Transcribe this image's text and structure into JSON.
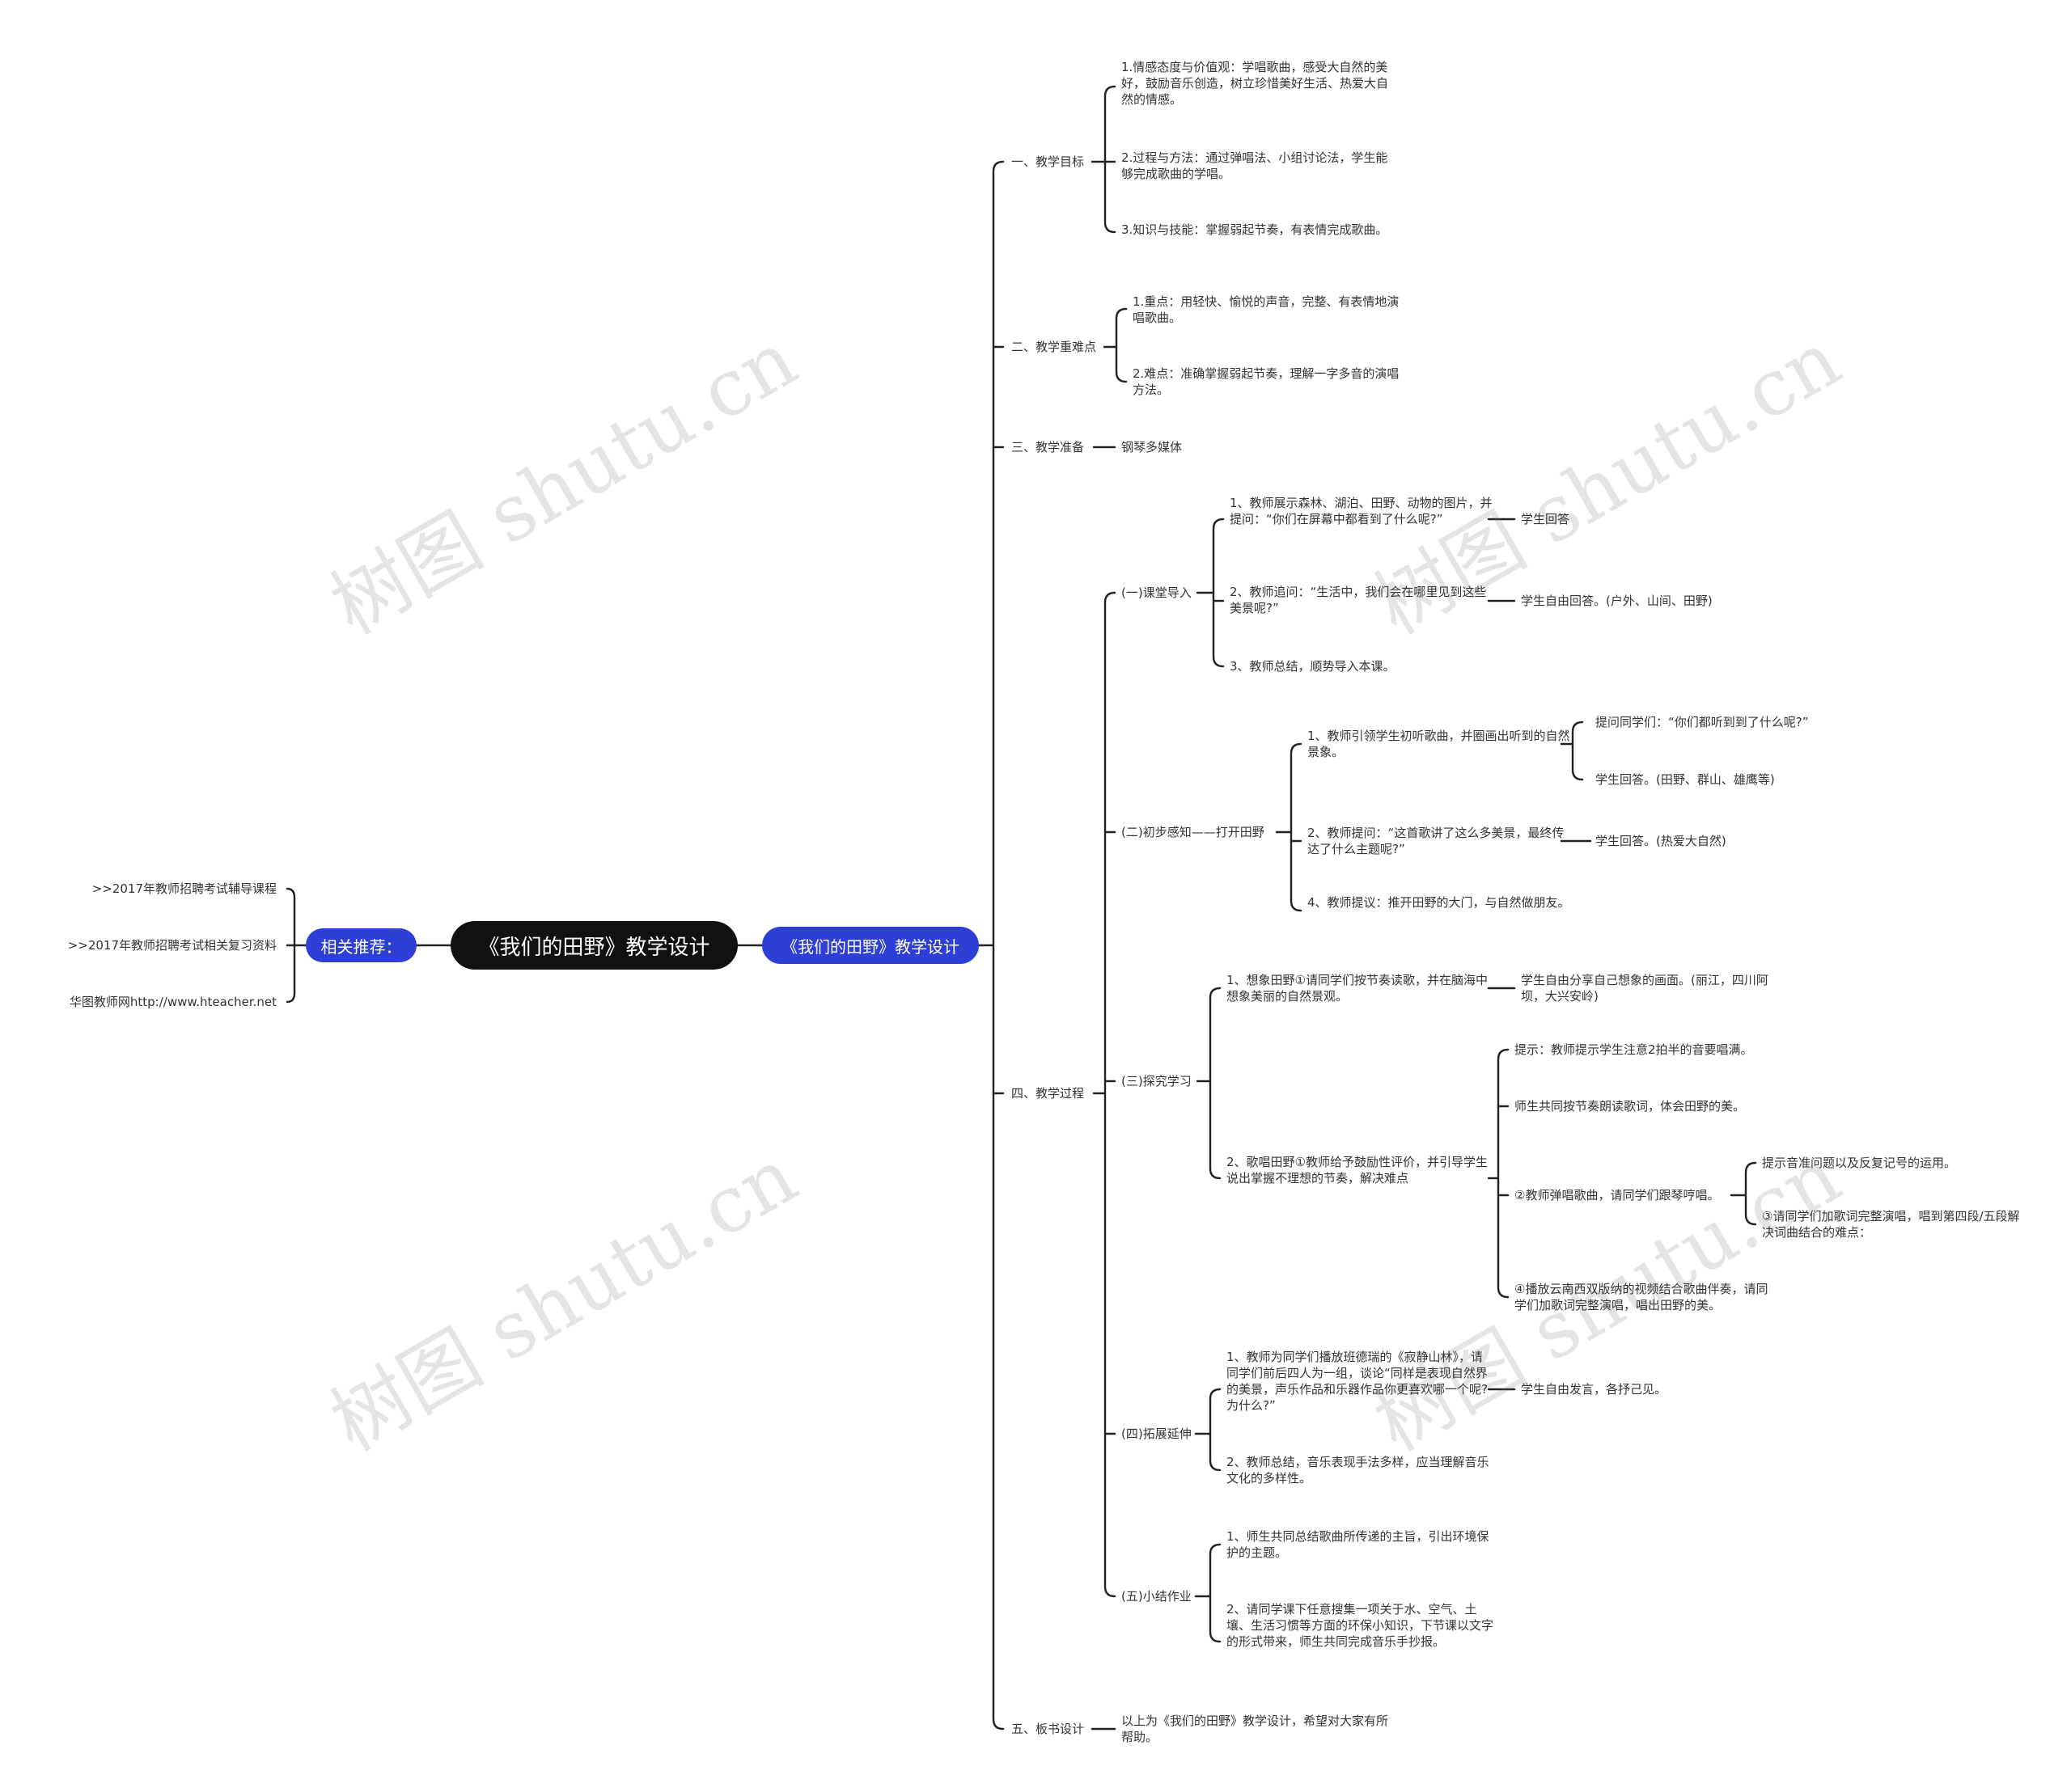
{
  "watermark": "树图 shutu.cn",
  "colors": {
    "root_bg": "#111111",
    "pill_bg": "#2e3fd6",
    "line": "#222222",
    "text": "#333333"
  },
  "root": "《我们的田野》教学设计",
  "main_pill": "《我们的田野》教学设计",
  "side": {
    "label": "相关推荐：",
    "links": [
      ">>2017年教师招聘考试辅导课程",
      ">>2017年教师招聘考试相关复习资料",
      "华图教师网http://www.hteacher.net"
    ]
  },
  "sections": {
    "goal": {
      "label": "一、教学目标",
      "items": [
        "1.情感态度与价值观：学唱歌曲，感受大自然的美好，鼓励音乐创造，树立珍惜美好生活、热爱大自然的情感。",
        "2.过程与方法：通过弹唱法、小组讨论法，学生能够完成歌曲的学唱。",
        "3.知识与技能：掌握弱起节奏，有表情完成歌曲。"
      ]
    },
    "key": {
      "label": "二、教学重难点",
      "items": [
        "1.重点：用轻快、愉悦的声音，完整、有表情地演唱歌曲。",
        "2.难点：准确掌握弱起节奏，理解一字多音的演唱方法。"
      ]
    },
    "prep": {
      "label": "三、教学准备",
      "item": "钢琴多媒体"
    },
    "process": {
      "label": "四、教学过程",
      "intro": {
        "label": "(一)课堂导入",
        "s1": "1、教师展示森林、湖泊、田野、动物的图片，并提问：“你们在屏幕中都看到了什么呢?”",
        "s1r": "学生回答",
        "s2": "2、教师追问：“生活中，我们会在哪里见到这些美景呢?”",
        "s2r": "学生自由回答。(户外、山间、田野)",
        "s3": "3、教师总结，顺势导入本课。"
      },
      "perceive": {
        "label": "(二)初步感知——打开田野",
        "s1": "1、教师引领学生初听歌曲，并圈画出听到的自然景象。",
        "s1a": "提问同学们：“你们都听到到了什么呢?”",
        "s1b": "学生回答。(田野、群山、雄鹰等)",
        "s2": "2、教师提问：“这首歌讲了这么多美景，最终传达了什么主题呢?”",
        "s2r": "学生回答。(热爱大自然)",
        "s4": "4、教师提议：推开田野的大门，与自然做朋友。"
      },
      "explore": {
        "label": "(三)探究学习",
        "s1": "1、想象田野①请同学们按节奏读歌，并在脑海中想象美丽的自然景观。",
        "s1r": "学生自由分享自己想象的画面。(丽江，四川阿坝，大兴安岭)",
        "s2": "2、歌唱田野①教师给予鼓励性评价，并引导学生说出掌握不理想的节奏，解决难点",
        "hint": "提示：教师提示学生注意2拍半的音要唱满。",
        "read": "师生共同按节奏朗读歌词，体会田野的美。",
        "piano": "②教师弹唱歌曲，请同学们跟琴哼唱。",
        "piano_a": "提示音准问题以及反复记号的运用。",
        "piano_b": "③请同学们加歌词完整演唱，唱到第四段/五段解决词曲结合的难点：",
        "video": "④播放云南西双版纳的视频结合歌曲伴奏，请同学们加歌词完整演唱，唱出田野的美。"
      },
      "extend": {
        "label": "(四)拓展延伸",
        "s1": "1、教师为同学们播放班德瑞的《寂静山林》，请同学们前后四人为一组，谈论“同样是表现自然界的美景，声乐作品和乐器作品你更喜欢哪一个呢?为什么?”",
        "s1r": "学生自由发言，各抒己见。",
        "s2": "2、教师总结，音乐表现手法多样，应当理解音乐文化的多样性。"
      },
      "summary": {
        "label": "(五)小结作业",
        "s1": "1、师生共同总结歌曲所传递的主旨，引出环境保护的主题。",
        "s2": "2、请同学课下任意搜集一项关于水、空气、土壤、生活习惯等方面的环保小知识，下节课以文字的形式带来，师生共同完成音乐手抄报。"
      }
    },
    "board": {
      "label": "五、板书设计",
      "item": "以上为《我们的田野》教学设计，希望对大家有所帮助。"
    }
  }
}
